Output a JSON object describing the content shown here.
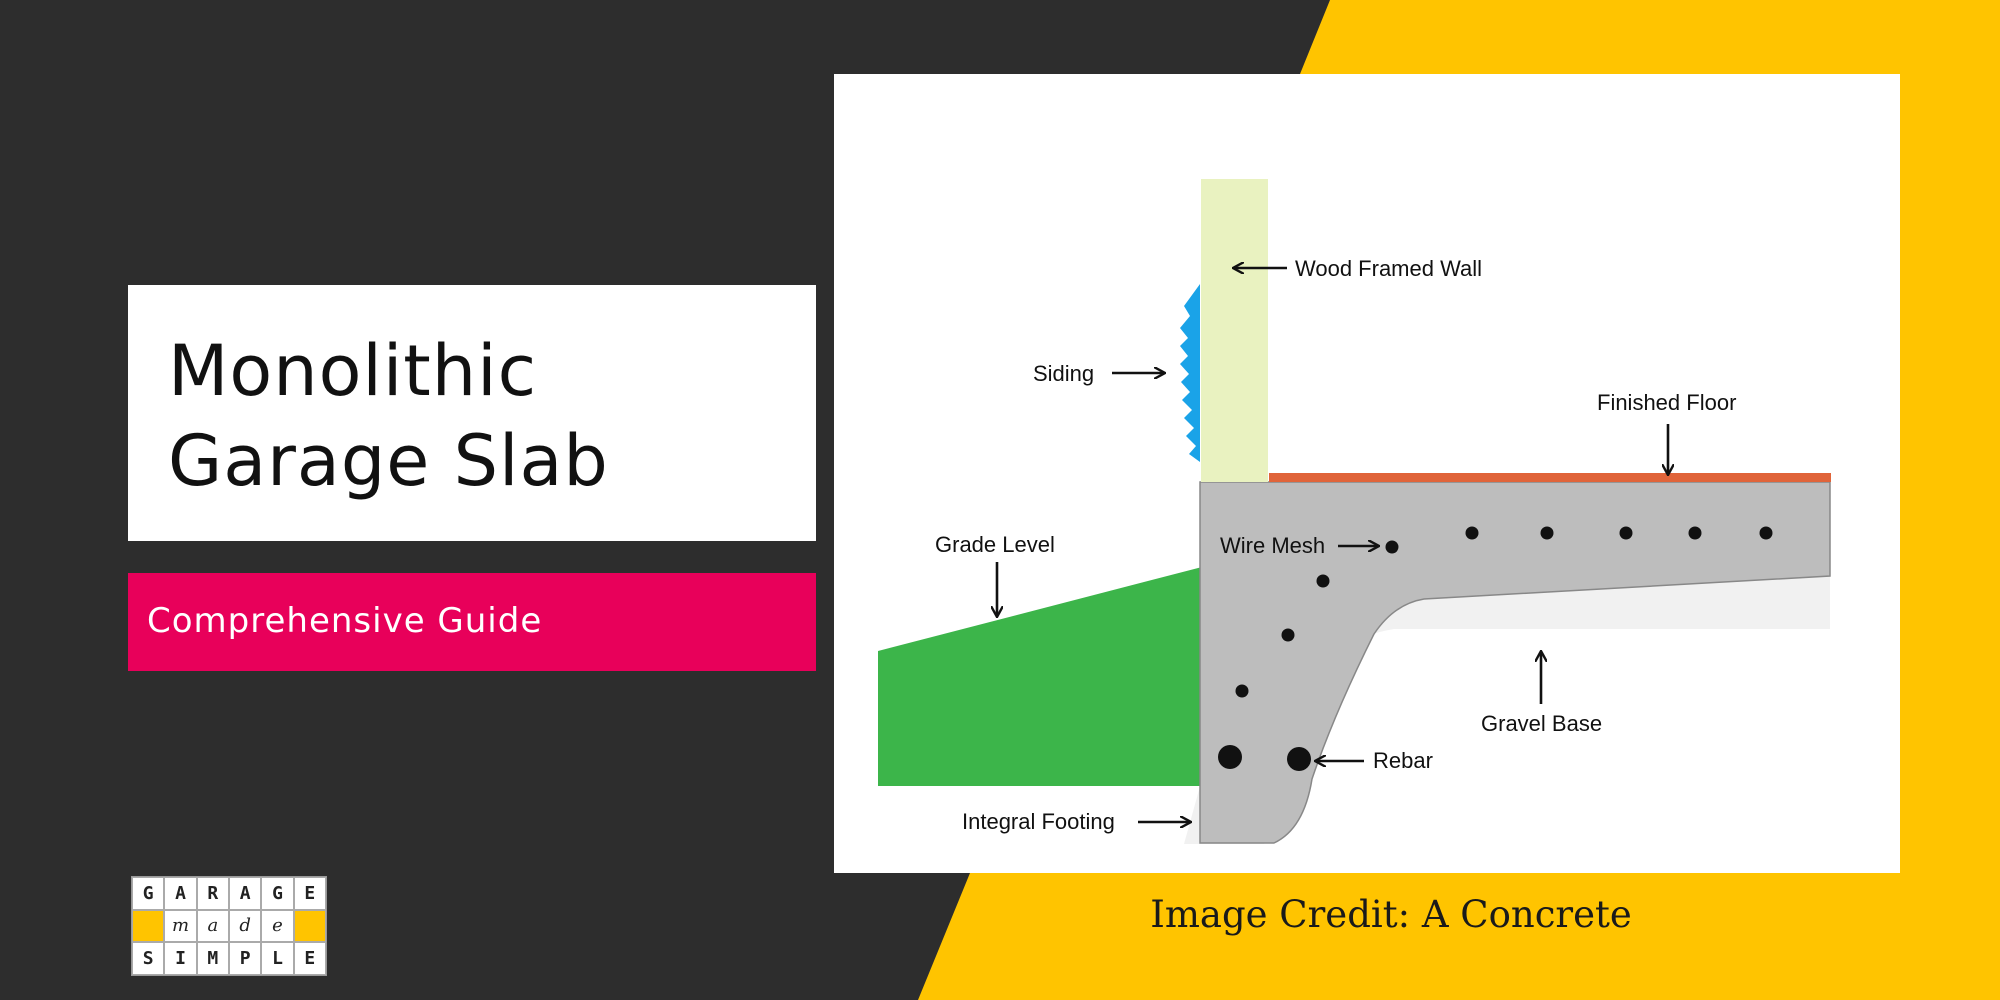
{
  "title": {
    "line1": "Monolithic",
    "line2": "Garage Slab"
  },
  "subtitle": "Comprehensive Guide",
  "credit": "Image Credit: A Concrete",
  "diagram": {
    "labels": {
      "wood_framed_wall": "Wood Framed Wall",
      "siding": "Siding",
      "finished_floor": "Finished Floor",
      "grade_level": "Grade Level",
      "wire_mesh": "Wire Mesh",
      "gravel_base": "Gravel Base",
      "rebar": "Rebar",
      "integral_footing": "Integral Footing"
    },
    "colors": {
      "wall": "#e9f2c0",
      "siding": "#1aa3e8",
      "floor": "#e0643a",
      "concrete": "#bdbdbd",
      "grade": "#3cb54a",
      "gravel": "#f1f1f1"
    }
  },
  "logo": {
    "row1": [
      "G",
      "A",
      "R",
      "A",
      "G",
      "E"
    ],
    "row2": [
      "",
      "m",
      "a",
      "d",
      "e",
      ""
    ],
    "row3": [
      "S",
      "I",
      "M",
      "P",
      "L",
      "E"
    ]
  },
  "colors": {
    "background": "#2d2d2d",
    "accent_yellow": "#ffc400",
    "accent_pink": "#e8005a"
  }
}
